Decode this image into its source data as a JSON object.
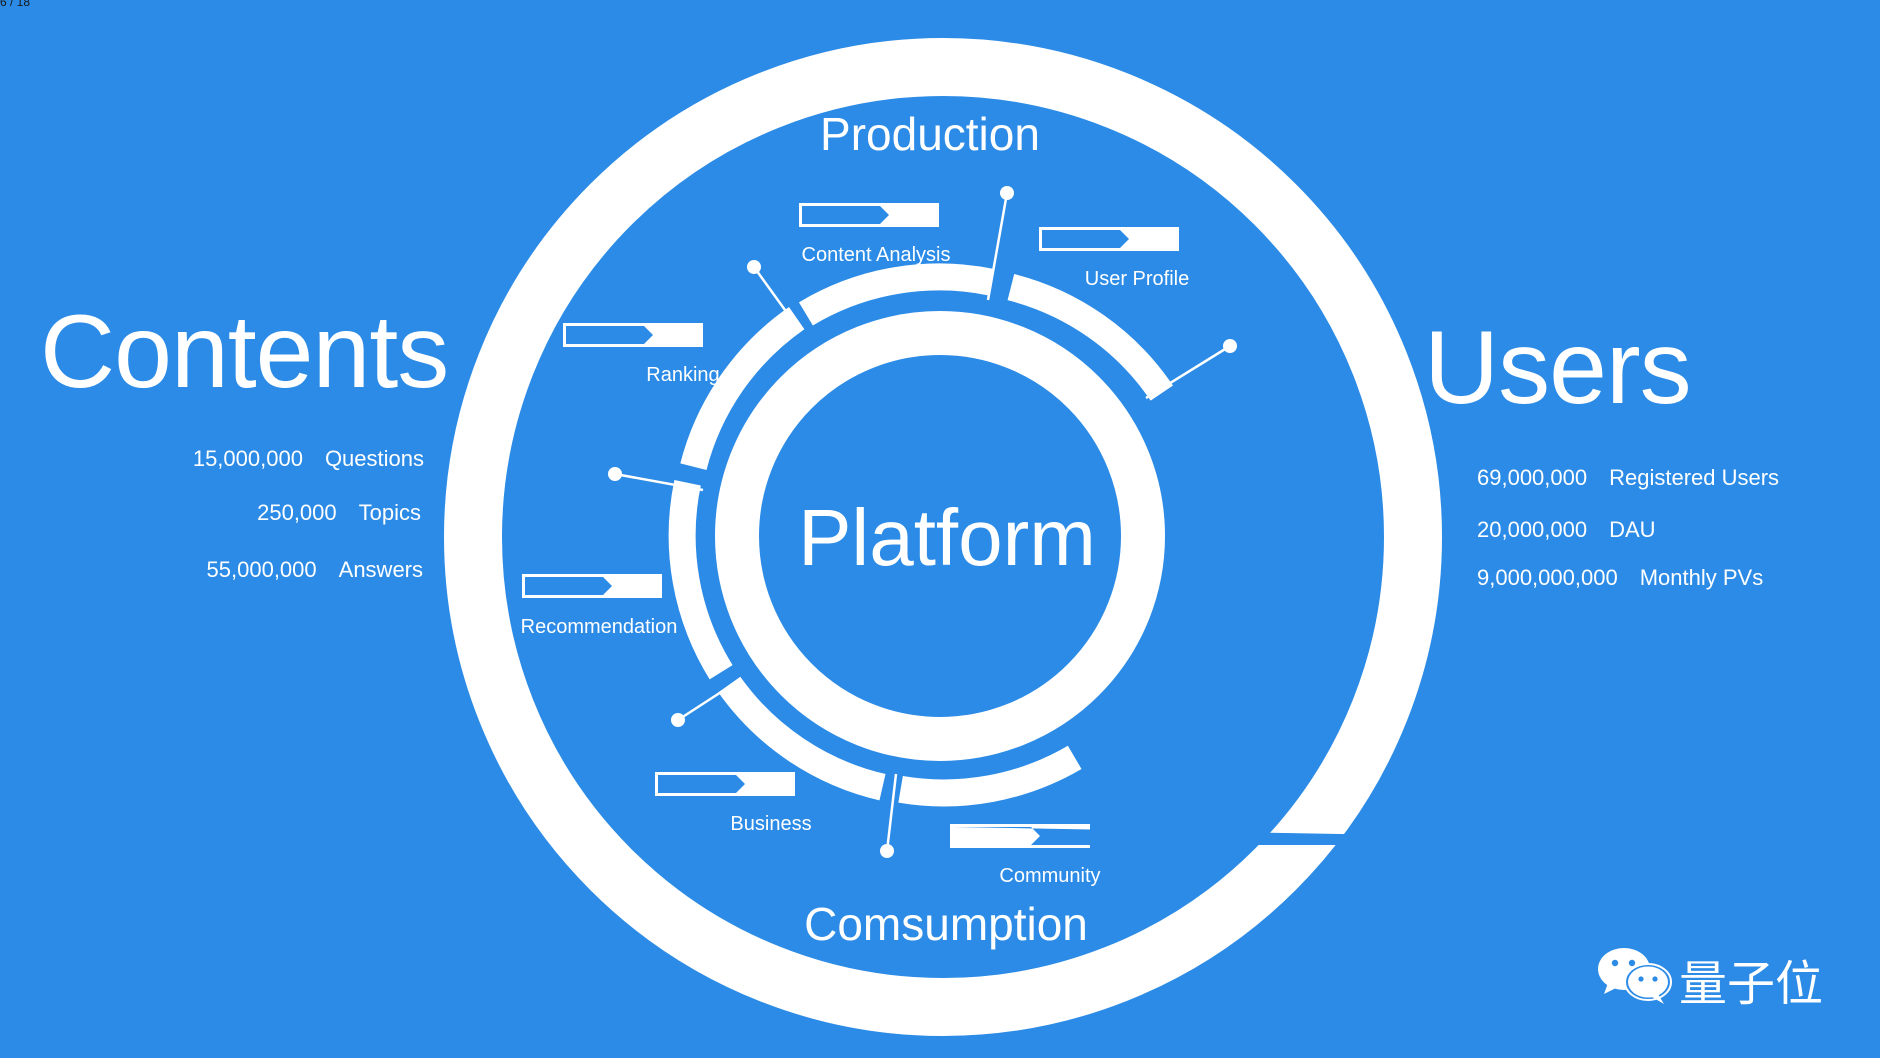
{
  "page_counter": "6 / 18",
  "contents": {
    "title": "Contents",
    "stats": [
      {
        "value": "15,000,000",
        "label": "Questions"
      },
      {
        "value": "250,000",
        "label": "Topics"
      },
      {
        "value": "55,000,000",
        "label": "Answers"
      }
    ]
  },
  "users": {
    "title": "Users",
    "stats": [
      {
        "value": "69,000,000",
        "label": "Registered Users"
      },
      {
        "value": "20,000,000",
        "label": "DAU"
      },
      {
        "value": "9,000,000,000",
        "label": "Monthly PVs"
      }
    ]
  },
  "diagram": {
    "center": "Platform",
    "top": "Production",
    "bottom": "Comsumption",
    "modules": [
      "Content Analysis",
      "User Profile",
      "Ranking",
      "Recommendation",
      "Business",
      "Community"
    ]
  },
  "brand": {
    "name": "量子位",
    "icon": "wechat-icon"
  },
  "colors": {
    "background": "#2b8be6",
    "foreground": "#ffffff"
  }
}
